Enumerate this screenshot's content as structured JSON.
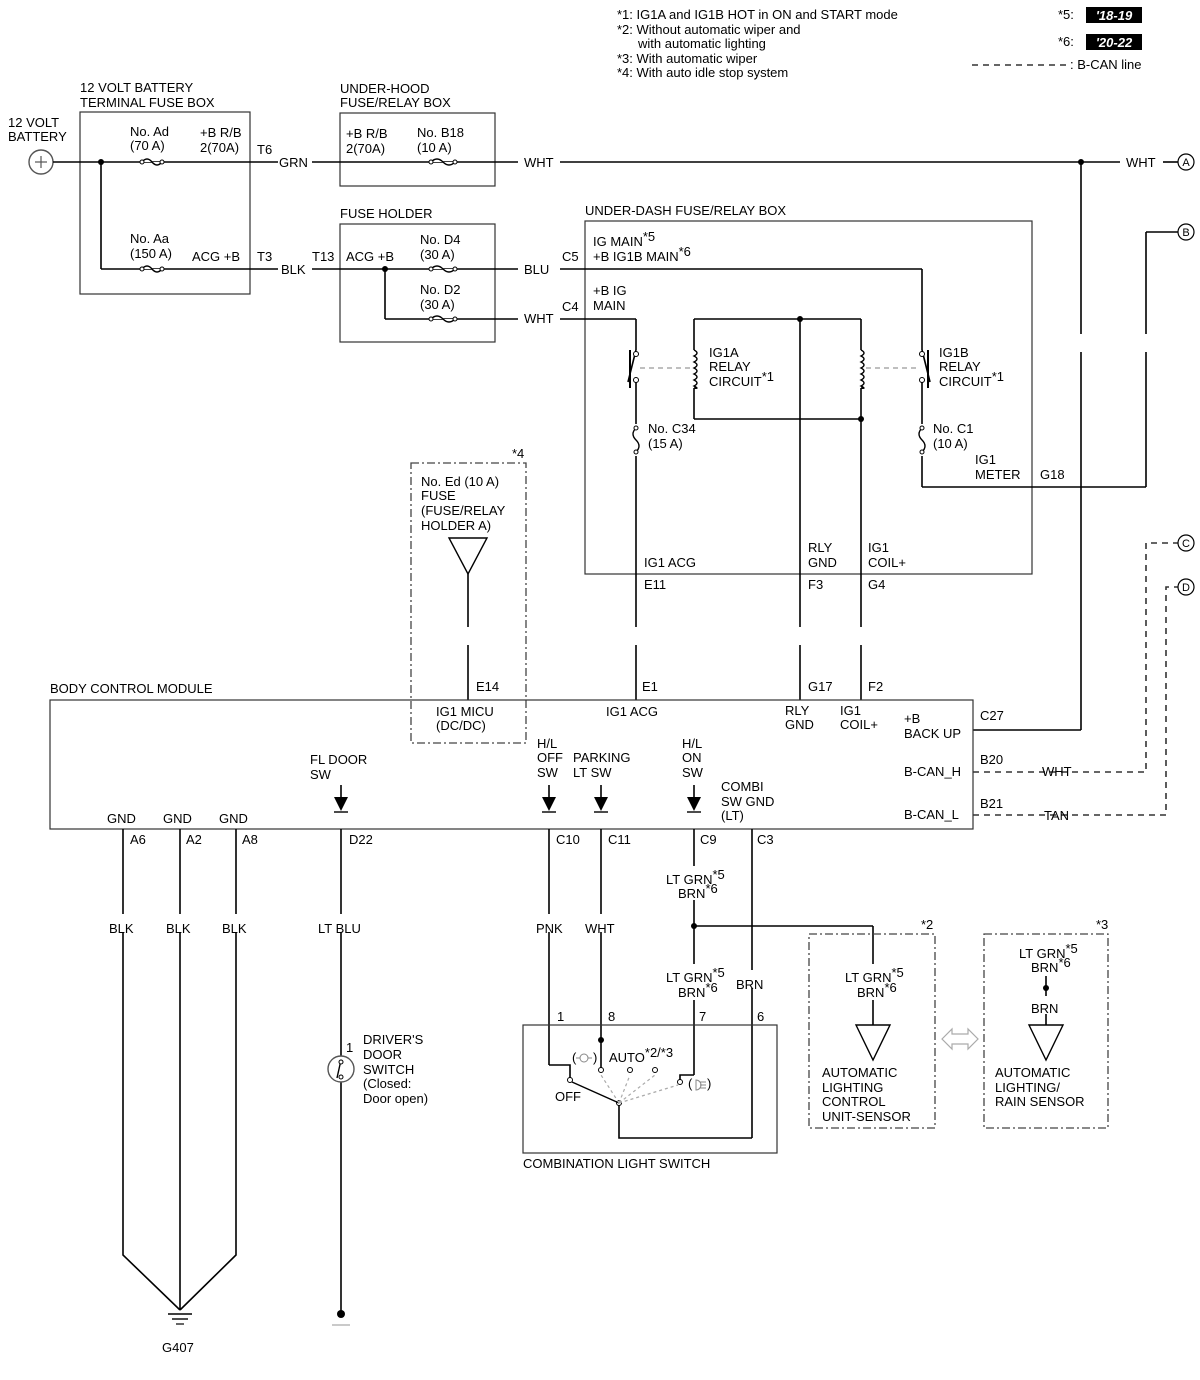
{
  "notes": [
    "*1: IG1A and IG1B HOT in ON and START mode",
    "*2: Without automatic wiper and",
    "with automatic lighting",
    "*3: With automatic wiper",
    "*4: With auto idle stop system"
  ],
  "year_notes": {
    "n5_label": "*5:",
    "n5_years": "'18-19",
    "n6_label": "*6:",
    "n6_years": "'20-22"
  },
  "legend": {
    "can_line": ": B-CAN line"
  },
  "battery": {
    "line1": "12 VOLT",
    "line2": "BATTERY"
  },
  "terminal_fuse_box": {
    "title1": "12 VOLT BATTERY",
    "title2": "TERMINAL FUSE BOX",
    "fuse_ad_1": "No. Ad",
    "fuse_ad_2": "(70 A)",
    "fuse_aa_1": "No. Aa",
    "fuse_aa_2": "(150 A)",
    "out1_1": "+B R/B",
    "out1_2": "2(70A)",
    "out2": "ACG +B",
    "pin_t6": "T6",
    "pin_t3": "T3"
  },
  "underhood_box": {
    "title1": "UNDER-HOOD",
    "title2": "FUSE/RELAY BOX",
    "in_1": "+B R/B",
    "in_2": "2(70A)",
    "fuse_1": "No. B18",
    "fuse_2": "(10 A)"
  },
  "fuse_holder": {
    "title": "FUSE HOLDER",
    "pin_t13": "T13",
    "in": "ACG +B",
    "fuse_d4_1": "No. D4",
    "fuse_d4_2": "(30 A)",
    "fuse_d2_1": "No. D2",
    "fuse_d2_2": "(30 A)"
  },
  "underdash_box": {
    "title": "UNDER-DASH FUSE/RELAY BOX",
    "pin_c5": "C5",
    "pin_c4": "C4",
    "ig_main": "IG MAIN",
    "ig_main_sup": "*5",
    "b_ig1b_main": "+B IG1B MAIN",
    "b_ig1b_main_sup": "*6",
    "b_ig_1": "+B IG",
    "b_ig_2": "MAIN",
    "ig1a_1": "IG1A",
    "ig1a_2": "RELAY",
    "ig1a_3": "CIRCUIT",
    "ig1a_sup": "*1",
    "ig1b_1": "IG1B",
    "ig1b_2": "RELAY",
    "ig1b_3": "CIRCUIT",
    "ig1b_sup": "*1",
    "fuse_c34_1": "No. C34",
    "fuse_c34_2": "(15 A)",
    "fuse_c1_1": "No. C1",
    "fuse_c1_2": "(10 A)",
    "ig1_meter_1": "IG1",
    "ig1_meter_2": "METER",
    "pin_g18": "G18",
    "ig1_acg": "IG1 ACG",
    "rly_gnd_1": "RLY",
    "rly_gnd_2": "GND",
    "ig1_coil_1": "IG1",
    "ig1_coil_2": "COIL+",
    "pin_e11": "E11",
    "pin_f3": "F3",
    "pin_g4": "G4"
  },
  "idle_stop_fuse": {
    "note": "*4",
    "line1": "No. Ed (10 A)",
    "line2": "FUSE",
    "line3": "(FUSE/RELAY",
    "line4": "HOLDER A)"
  },
  "wire_colors": {
    "grn": "GRN",
    "wht": "WHT",
    "blk": "BLK",
    "blu": "BLU",
    "brn": "BRN",
    "pnk": "PNK",
    "lt_blu": "LT BLU",
    "tan": "TAN",
    "lt_grn": "LT GRN"
  },
  "connectors": {
    "a": "A",
    "b": "B",
    "c": "C",
    "d": "D"
  },
  "bcm": {
    "title": "BODY CONTROL MODULE",
    "pin_e14": "E14",
    "pin_e1": "E1",
    "pin_g17": "G17",
    "pin_f2": "F2",
    "pin_c27": "C27",
    "pin_b20": "B20",
    "pin_b21": "B21",
    "ig1_micu_1": "IG1 MICU",
    "ig1_micu_2": "(DC/DC)",
    "ig1_acg": "IG1 ACG",
    "rly_gnd_1": "RLY",
    "rly_gnd_2": "GND",
    "ig1_coil_1": "IG1",
    "ig1_coil_2": "COIL+",
    "backup_1": "+B",
    "backup_2": "BACK UP",
    "bcan_h": "B-CAN_H",
    "bcan_l": "B-CAN_L",
    "fl_door_1": "FL DOOR",
    "fl_door_2": "SW",
    "hl_off_1": "H/L",
    "hl_off_2": "OFF",
    "hl_off_3": "SW",
    "parking_1": "PARKING",
    "parking_2": "LT SW",
    "hl_on_1": "H/L",
    "hl_on_2": "ON",
    "hl_on_3": "SW",
    "combi_1": "COMBI",
    "combi_2": "SW GND",
    "combi_3": "(LT)",
    "gnd": "GND",
    "pin_a6": "A6",
    "pin_a2": "A2",
    "pin_a8": "A8",
    "pin_d22": "D22",
    "pin_c10": "C10",
    "pin_c11": "C11",
    "pin_c9": "C9",
    "pin_c3": "C3"
  },
  "sup5": "*5",
  "sup6": "*6",
  "sup2": "*2",
  "sup3": "*3",
  "door_switch": {
    "pin": "1",
    "line1": "DRIVER'S",
    "line2": "DOOR",
    "line3": "SWITCH",
    "line4": "(Closed:",
    "line5": "Door open)"
  },
  "ground": "G407",
  "combo_switch": {
    "title": "COMBINATION LIGHT SWITCH",
    "pin_1": "1",
    "pin_8": "8",
    "pin_7": "7",
    "pin_6": "6",
    "auto": "AUTO",
    "auto_sup": "*2/*3",
    "off": "OFF",
    "paren_l": "(",
    "paren_r": ")"
  },
  "auto_light_unit": {
    "note": "*2",
    "line1": "AUTOMATIC",
    "line2": "LIGHTING",
    "line3": "CONTROL",
    "line4": "UNIT-SENSOR"
  },
  "rain_sensor": {
    "note": "*3",
    "line1": "AUTOMATIC",
    "line2": "LIGHTING/",
    "line3": "RAIN SENSOR"
  }
}
